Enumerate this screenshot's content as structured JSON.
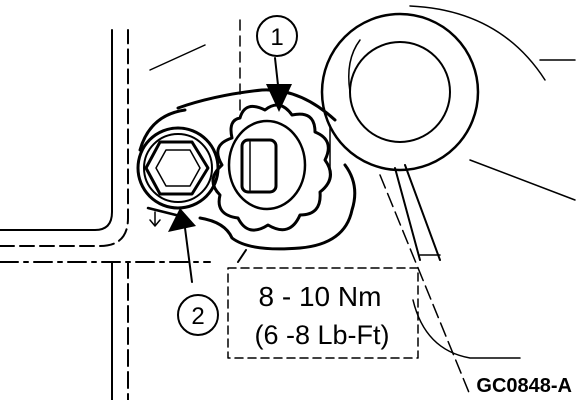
{
  "callouts": {
    "one": "1",
    "two": "2"
  },
  "torque": {
    "metric": "8 - 10 Nm",
    "imperial": "(6 -8 Lb-Ft)"
  },
  "figure_code": "GC0848-A",
  "colors": {
    "ink": "#000000",
    "paper": "#ffffff"
  }
}
